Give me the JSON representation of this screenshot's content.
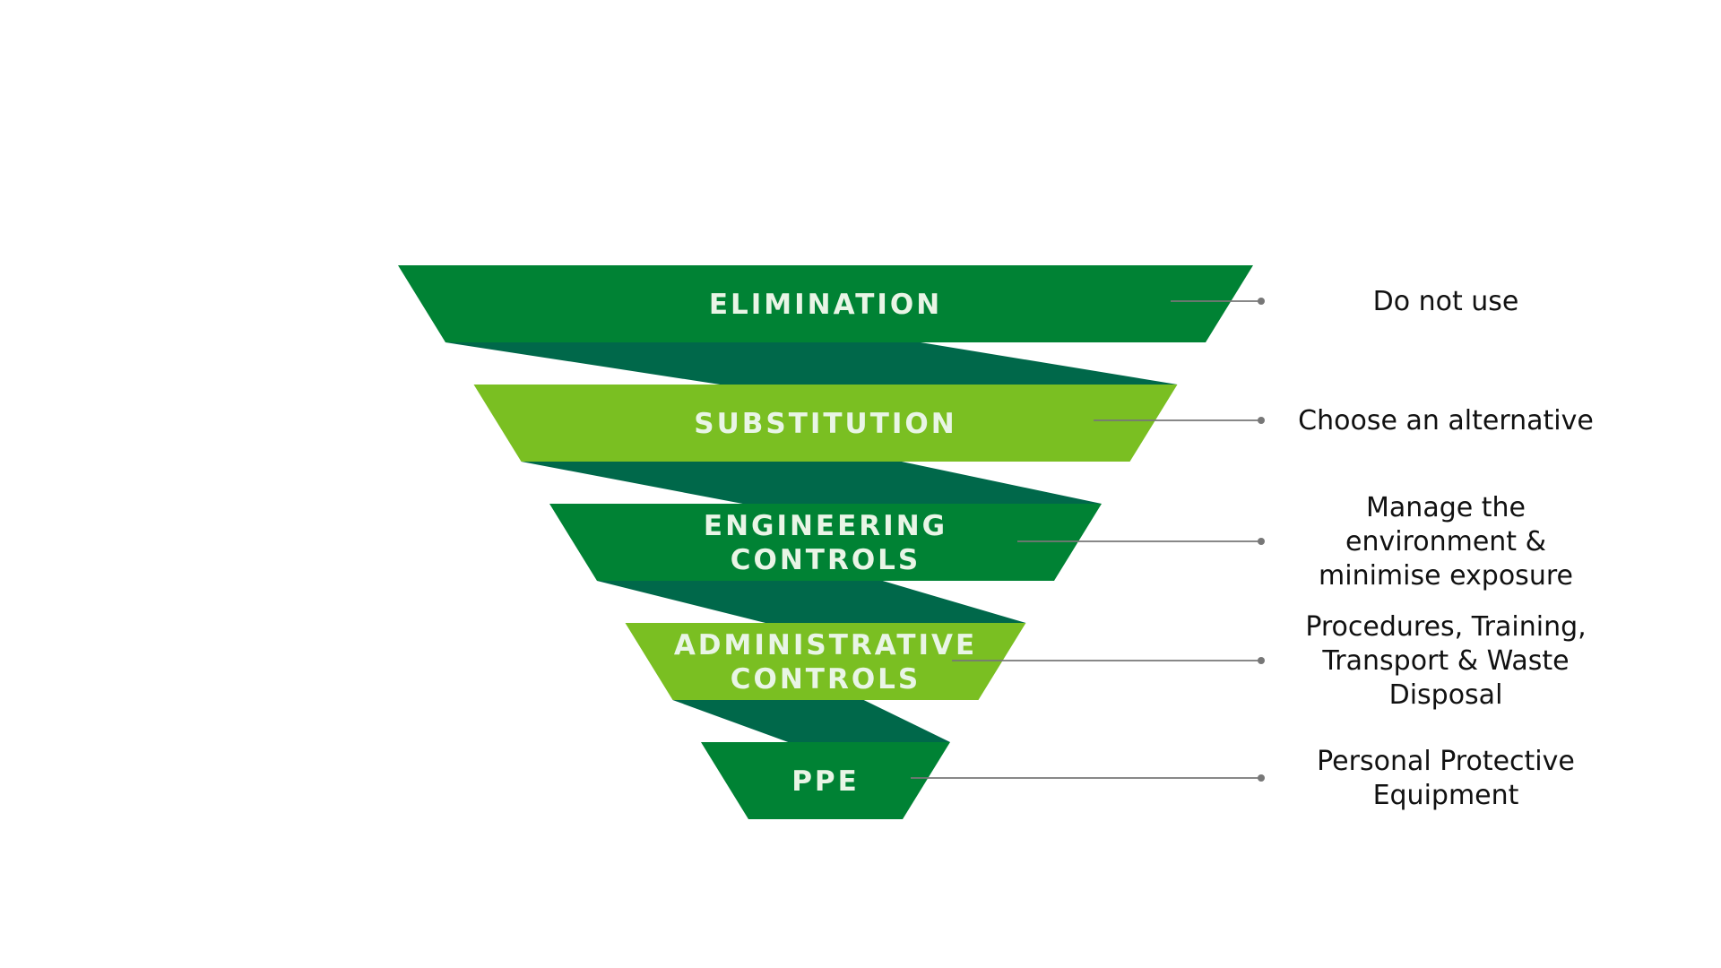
{
  "colors": {
    "dark_green": "#008234",
    "light_green": "#7abf22",
    "connector_green": "#00684a",
    "label_text": "#e9f5e6",
    "description_text": "#111111",
    "leader_line": "#777777"
  },
  "tiers": [
    {
      "label_lines": [
        "ELIMINATION"
      ],
      "description_lines": [
        "Do not use"
      ],
      "shade": "dark"
    },
    {
      "label_lines": [
        "SUBSTITUTION"
      ],
      "description_lines": [
        "Choose an alternative"
      ],
      "shade": "light"
    },
    {
      "label_lines": [
        "ENGINEERING",
        "CONTROLS"
      ],
      "description_lines": [
        "Manage the",
        "environment &",
        "minimise exposure"
      ],
      "shade": "dark"
    },
    {
      "label_lines": [
        "ADMINISTRATIVE",
        "CONTROLS"
      ],
      "description_lines": [
        "Procedures, Training,",
        "Transport & Waste",
        "Disposal"
      ],
      "shade": "light"
    },
    {
      "label_lines": [
        "PPE"
      ],
      "description_lines": [
        "Personal Protective",
        "Equipment"
      ],
      "shade": "dark"
    }
  ]
}
